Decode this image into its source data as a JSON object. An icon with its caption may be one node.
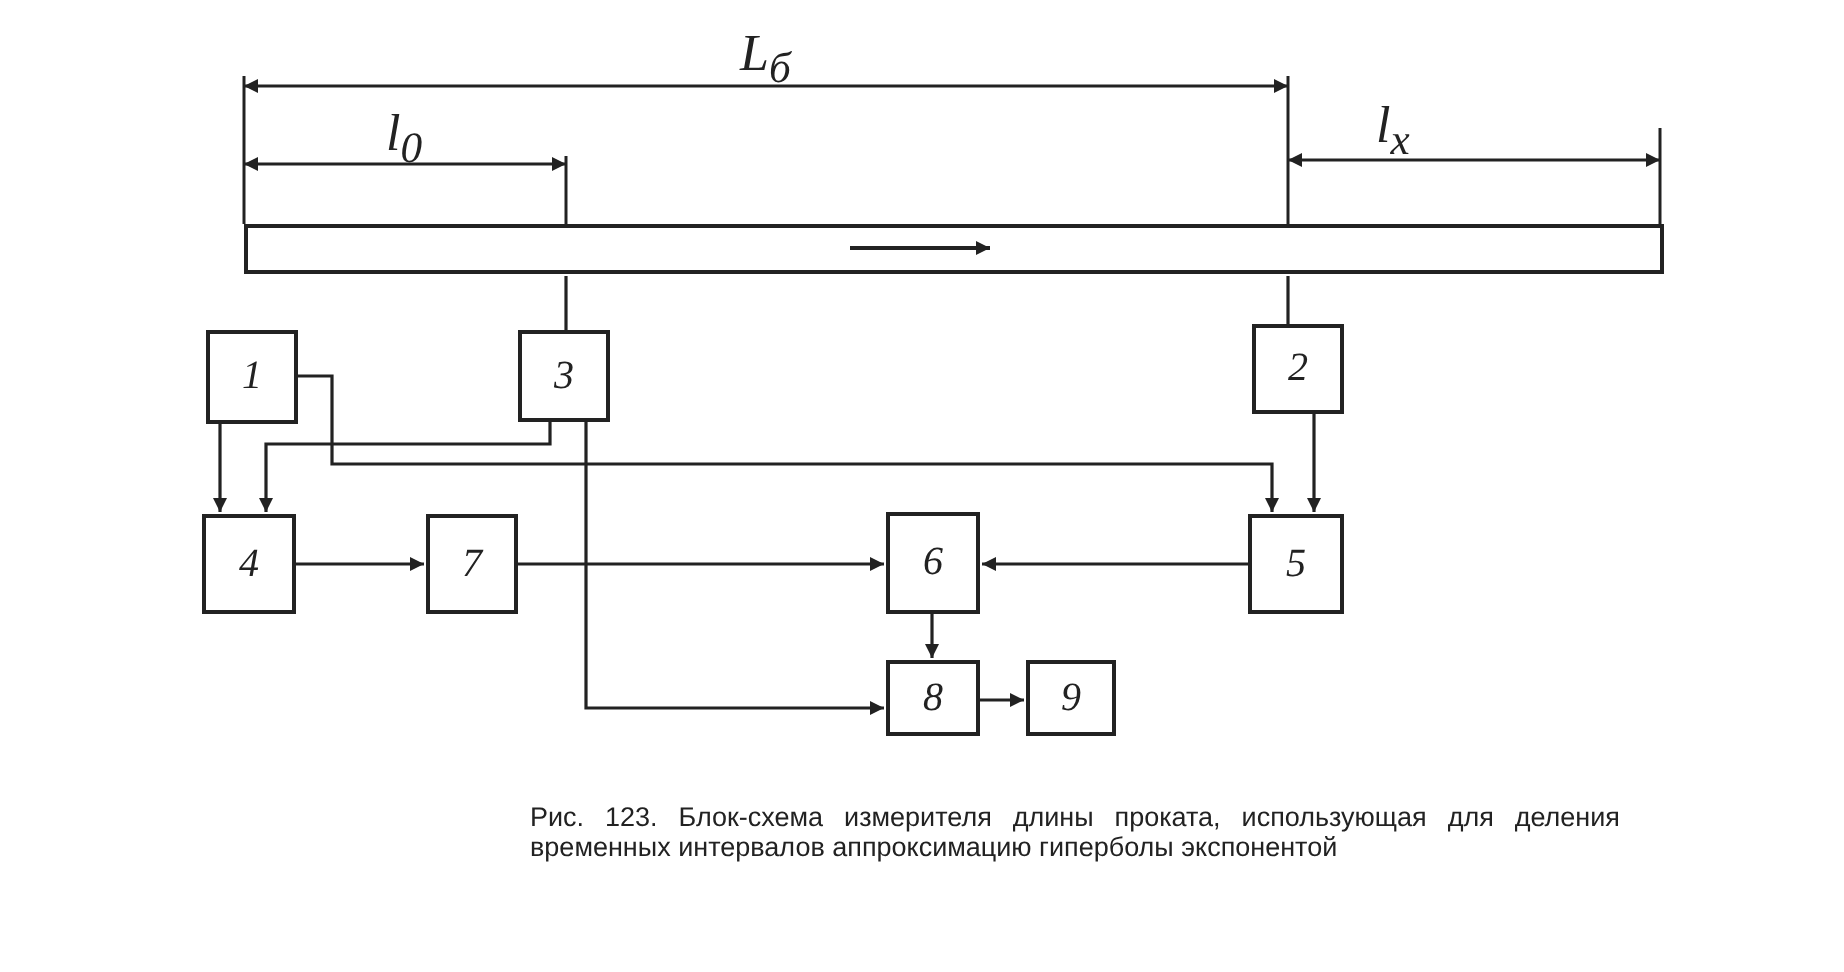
{
  "diagram": {
    "caption": "Рис. 123. Блок-схема измерителя длины проката, использующая для деления временных интервалов аппроксимацию гиперболы экспонентой",
    "nodes": [
      {
        "text": [],
        "shape": "bar"
      },
      {
        "text": [
          "1"
        ]
      },
      {
        "text": [
          "3"
        ]
      },
      {
        "text": [
          "2"
        ]
      },
      {
        "text": [
          "4"
        ]
      },
      {
        "text": [
          "7"
        ]
      },
      {
        "text": [
          "6"
        ]
      },
      {
        "text": [
          "5"
        ]
      },
      {
        "text": [
          "8"
        ]
      },
      {
        "text": [
          "9"
        ]
      }
    ],
    "edges": [
      {
        "from": 2,
        "to": 0,
        "arrow": "none"
      },
      {
        "from": 3,
        "to": 0,
        "arrow": "none"
      },
      {
        "from": 1,
        "to": 4,
        "arrow": "to"
      },
      {
        "from": 1,
        "to": 7,
        "arrow": "to"
      },
      {
        "from": 2,
        "to": 4,
        "arrow": "to"
      },
      {
        "from": 2,
        "to": 8,
        "arrow": "to"
      },
      {
        "from": 3,
        "to": 7,
        "arrow": "to"
      },
      {
        "from": 4,
        "to": 5,
        "arrow": "to"
      },
      {
        "from": 5,
        "to": 6,
        "arrow": "to"
      },
      {
        "from": 7,
        "to": 6,
        "arrow": "to"
      },
      {
        "from": 6,
        "to": 8,
        "arrow": "to"
      },
      {
        "from": 8,
        "to": 9,
        "arrow": "to"
      }
    ],
    "labels": [
      "L$_{б}$",
      "l$_{0}$",
      "l$_{x}$"
    ]
  }
}
